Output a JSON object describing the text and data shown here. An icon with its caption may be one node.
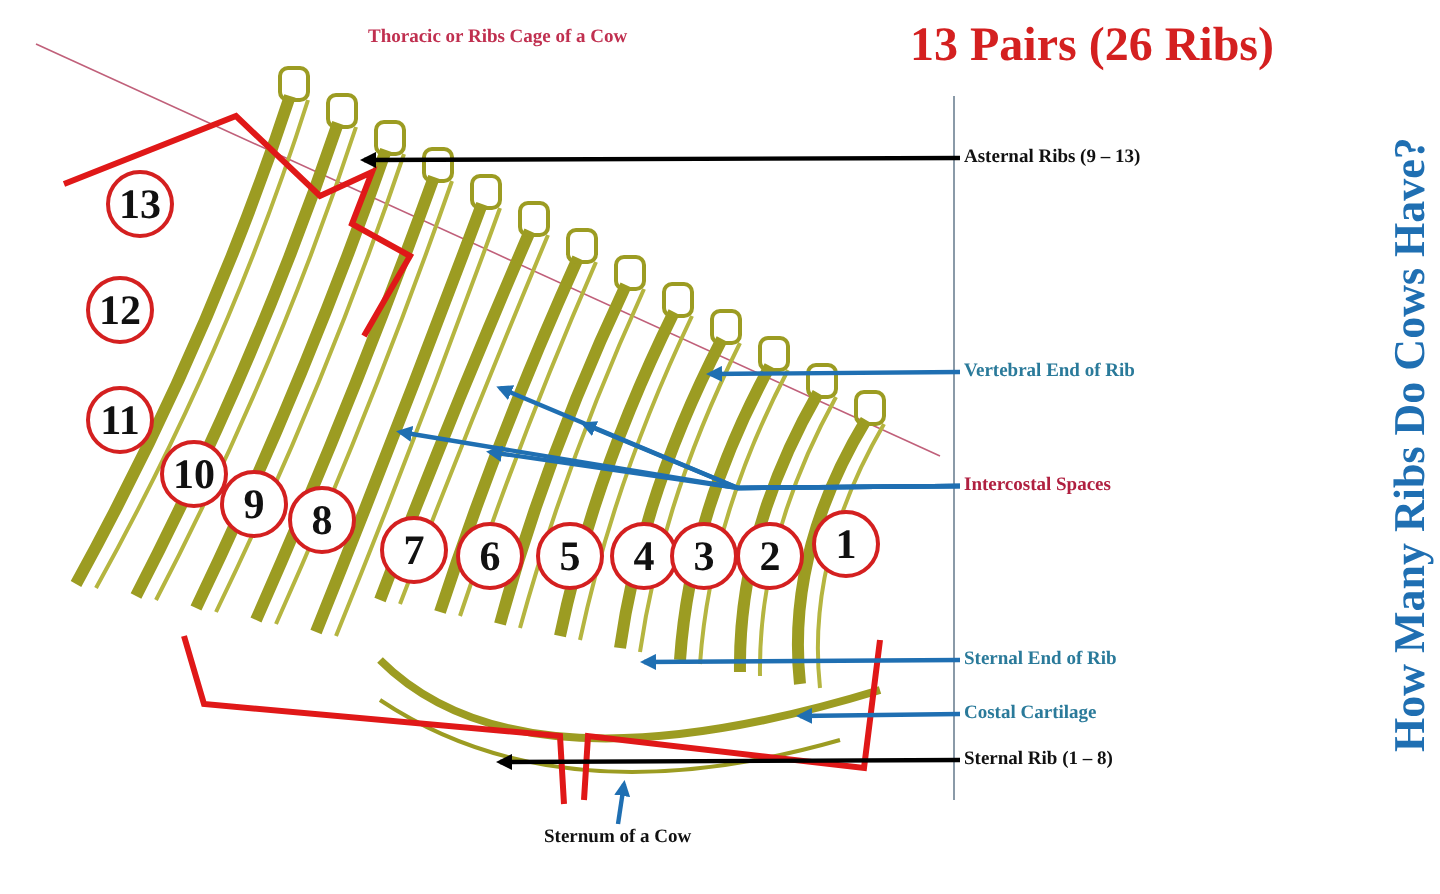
{
  "diagram": {
    "title": "How Many Ribs Do Cows Have?",
    "nodes": [
      {
        "text": [
          "Asternal Ribs (9 – 13)"
        ]
      },
      {
        "text": [
          "Vertebral End of Rib"
        ]
      },
      {
        "text": [
          "Intercostal Spaces"
        ]
      },
      {
        "text": [
          "Sternal End of Rib"
        ]
      },
      {
        "text": [
          "Costal Cartilage"
        ]
      },
      {
        "text": [
          "Sternal Rib (1 – 8)"
        ]
      },
      {
        "text": [
          "Sternum of a Cow"
        ]
      },
      {
        "text": [
          "13"
        ]
      },
      {
        "text": [
          "12"
        ]
      },
      {
        "text": [
          "11"
        ]
      },
      {
        "text": [
          "10"
        ]
      },
      {
        "text": [
          "9"
        ]
      },
      {
        "text": [
          "8"
        ]
      },
      {
        "text": [
          "7"
        ]
      },
      {
        "text": [
          "6"
        ]
      },
      {
        "text": [
          "5"
        ]
      },
      {
        "text": [
          "4"
        ]
      },
      {
        "text": [
          "3"
        ]
      },
      {
        "text": [
          "2"
        ]
      },
      {
        "text": [
          "1"
        ]
      }
    ],
    "edges": [
      {
        "from": 0,
        "to": null,
        "arrow": "to",
        "color": "#000000"
      },
      {
        "from": 1,
        "to": null,
        "arrow": "to"
      },
      {
        "from": 2,
        "to": null,
        "arrow": "to"
      },
      {
        "from": 2,
        "to": null,
        "arrow": "to"
      },
      {
        "from": 2,
        "to": null,
        "arrow": "to"
      },
      {
        "from": 2,
        "to": null,
        "arrow": "to"
      },
      {
        "from": 3,
        "to": null,
        "arrow": "to"
      },
      {
        "from": 4,
        "to": null,
        "arrow": "to"
      },
      {
        "from": 5,
        "to": null,
        "arrow": "to",
        "color": "#000000"
      },
      {
        "from": 6,
        "to": null,
        "arrow": "to"
      }
    ],
    "labels": [
      "Thoracic or Ribs Cage of a Cow",
      "13 Pairs (26 Ribs)"
    ]
  }
}
